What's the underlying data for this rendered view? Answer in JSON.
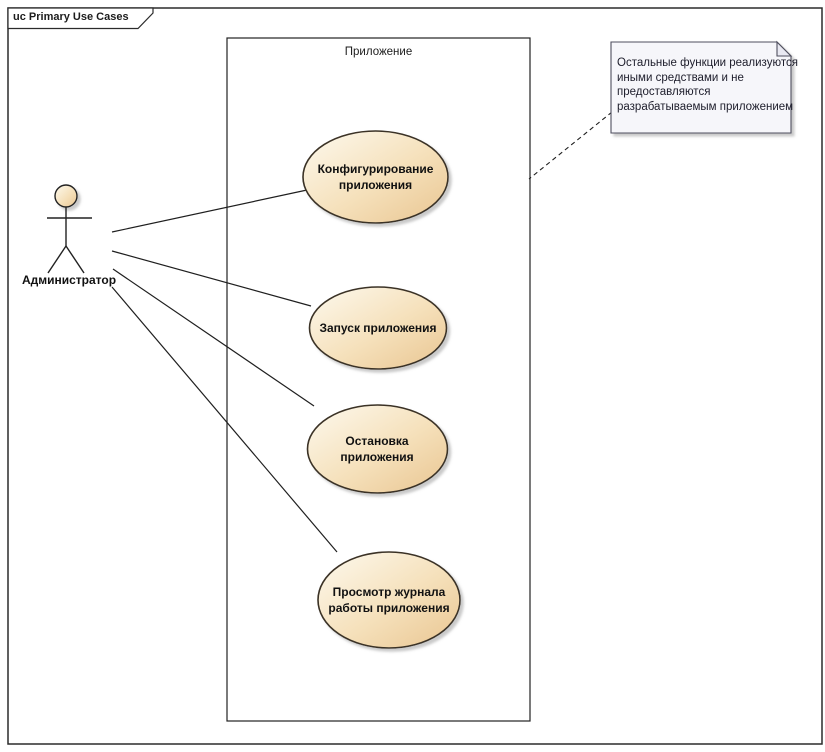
{
  "frame": {
    "label": "uc Primary Use Cases"
  },
  "system_boundary": {
    "label": "Приложение"
  },
  "actor": {
    "label": "Администратор"
  },
  "use_cases": [
    {
      "lines": [
        "Конфигурирование",
        "приложения"
      ]
    },
    {
      "lines": [
        "Запуск приложения"
      ]
    },
    {
      "lines": [
        "Остановка",
        "приложения"
      ]
    },
    {
      "lines": [
        "Просмотр журнала",
        "работы приложения"
      ]
    }
  ],
  "note": {
    "lines": [
      "Остальные функции реализуются",
      "иными средствами и не",
      "предоставляются",
      "разрабатываемым приложением"
    ]
  },
  "connections": [
    {
      "from": "Администратор",
      "to": "Конфигурирование приложения",
      "type": "association"
    },
    {
      "from": "Администратор",
      "to": "Запуск приложения",
      "type": "association"
    },
    {
      "from": "Администратор",
      "to": "Остановка приложения",
      "type": "association"
    },
    {
      "from": "Администратор",
      "to": "Просмотр журнала работы приложения",
      "type": "association"
    },
    {
      "from": "note",
      "to": "Приложение",
      "type": "note-link"
    }
  ],
  "colors": {
    "ellipse_gradient_start": "#fdf9ee",
    "ellipse_gradient_end": "#e9c591",
    "ellipse_border": "#3a3226",
    "note_fill": "#f6f6fa",
    "note_fold": "#e9e9f2",
    "line": "#1f1f1f",
    "shadow": "#c4c4c4"
  }
}
